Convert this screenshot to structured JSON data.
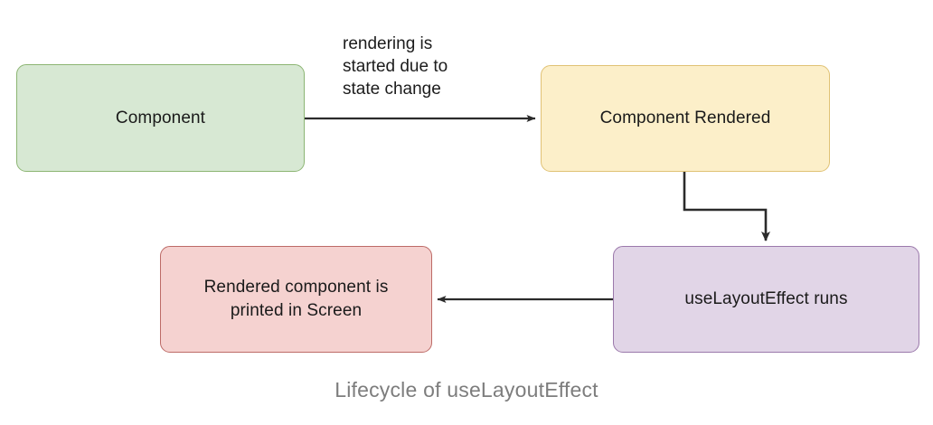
{
  "diagram": {
    "caption": "Lifecycle of useLayoutEffect",
    "background_color": "#ffffff",
    "caption_color": "#7d7d7d",
    "nodes": [
      {
        "id": "component",
        "label": "Component",
        "fill": "#d7e8d3",
        "stroke": "#8cb573",
        "text_color": "#1a1a1a"
      },
      {
        "id": "component-rendered",
        "label": "Component Rendered",
        "fill": "#fcefc9",
        "stroke": "#e0c275",
        "text_color": "#1a1a1a"
      },
      {
        "id": "uselayouteffect-runs",
        "label": "useLayoutEffect runs",
        "fill": "#e1d5e7",
        "stroke": "#9b79ab",
        "text_color": "#1a1a1a"
      },
      {
        "id": "rendered-printed",
        "label": "Rendered component is\nprinted in Screen",
        "fill": "#f5d2d0",
        "stroke": "#bd6b67",
        "text_color": "#1a1a1a"
      }
    ],
    "edges": [
      {
        "id": "component-to-rendered",
        "from": "component",
        "to": "component-rendered",
        "label": "rendering is\nstarted due to\nstate change",
        "color": "#2b2b2b",
        "direction": "right"
      },
      {
        "id": "rendered-to-uselayouteffect",
        "from": "component-rendered",
        "to": "uselayouteffect-runs",
        "label": "",
        "color": "#2b2b2b",
        "direction": "down"
      },
      {
        "id": "uselayouteffect-to-printed",
        "from": "uselayouteffect-runs",
        "to": "rendered-printed",
        "label": "",
        "color": "#2b2b2b",
        "direction": "left"
      }
    ]
  }
}
